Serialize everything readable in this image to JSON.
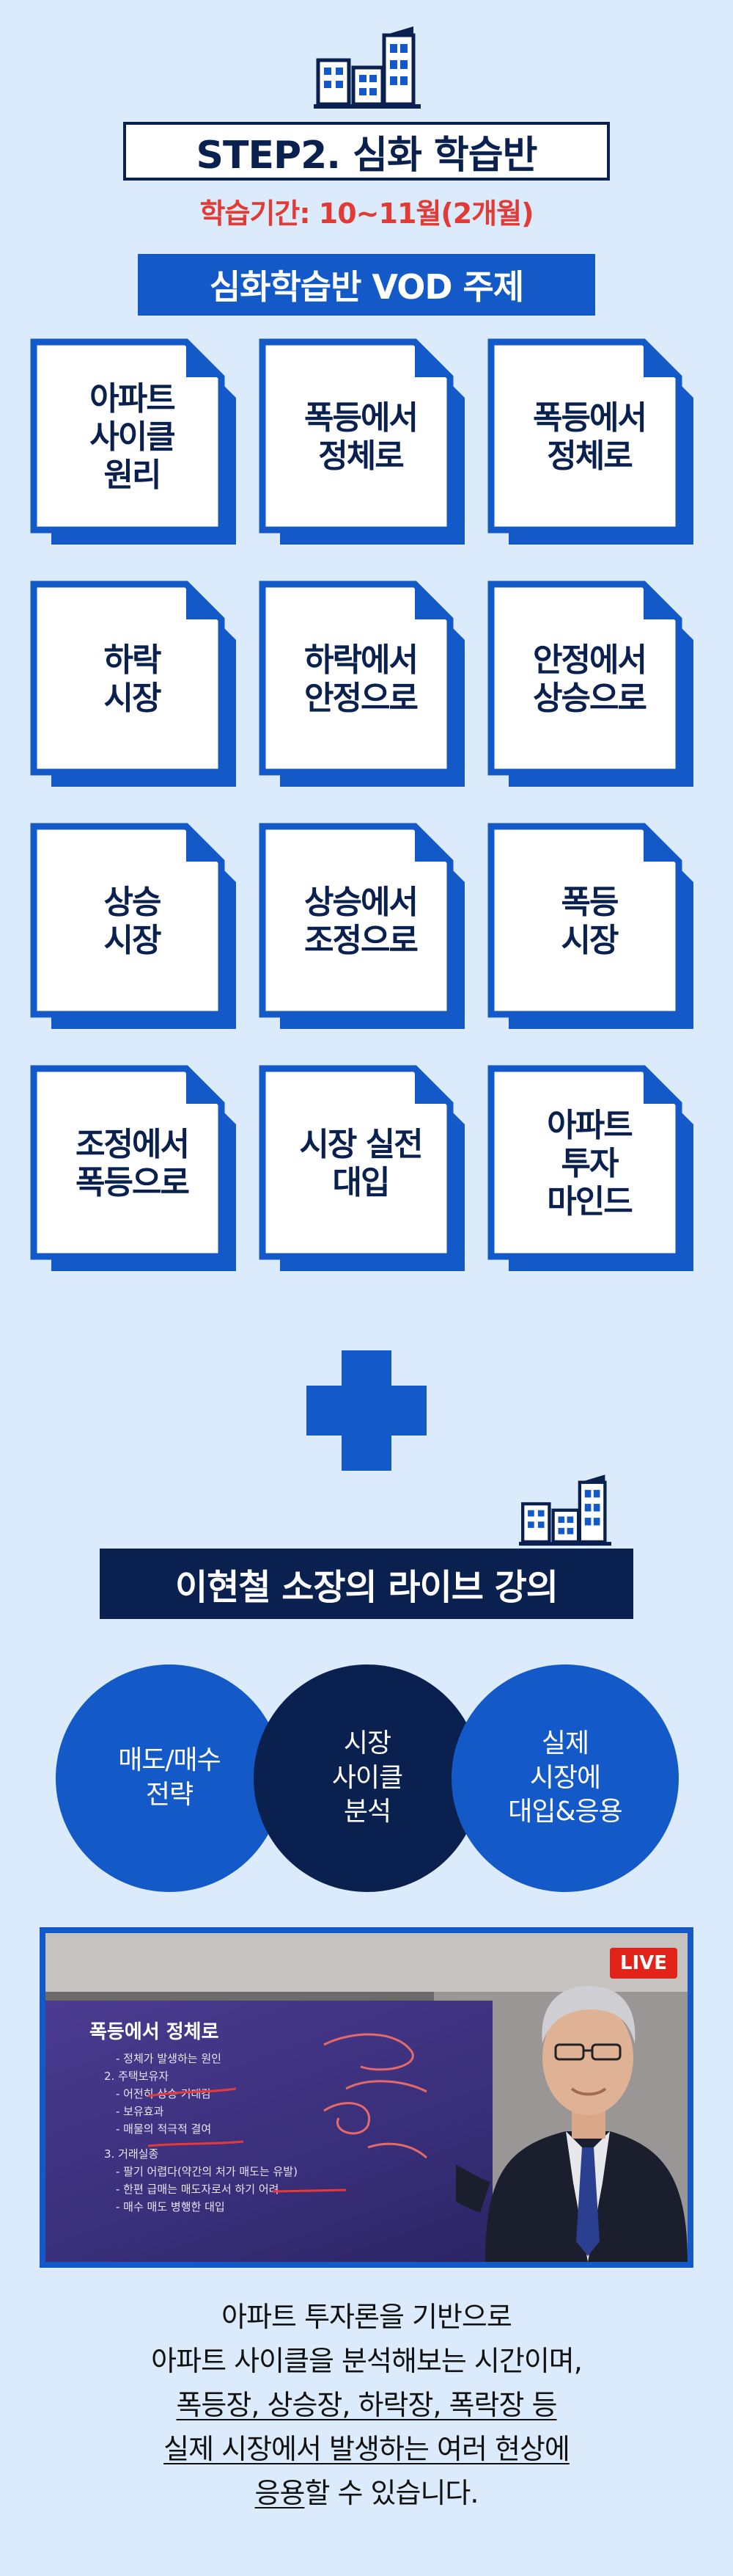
{
  "header": {
    "title": "STEP2. 심화 학습반",
    "period": "학습기간: 10~11월(2개월)",
    "vod_title": "심화학습반 VOD 주제"
  },
  "topics": [
    "아파트\n사이클\n원리",
    "폭등에서\n정체로",
    "폭등에서\n정체로",
    "하락\n시장",
    "하락에서\n안정으로",
    "안정에서\n상승으로",
    "상승\n시장",
    "상승에서\n조정으로",
    "폭등\n시장",
    "조정에서\n폭등으로",
    "시장 실전\n대입",
    "아파트\n투자\n마인드"
  ],
  "live": {
    "title": "이현철 소장의 라이브 강의",
    "circles": [
      "매도/매수\n전략",
      "시장\n사이클\n분석",
      "실제\n시장에\n대입&응용"
    ],
    "badge": "LIVE"
  },
  "slide": {
    "title": "폭등에서 정체로",
    "lines": [
      "- 정체가 발생하는 원인",
      "2. 주택보유자",
      "- 어전히 상승 기대감",
      "- 보유효과",
      "- 매물의 적극적 결여",
      "3. 거래실종",
      "- 팔기 어렵다(약간의 처가 매도는 유발)",
      "- 한편 급매는 매도자로서 하기 어려",
      "- 매수 매도 병행한 대입"
    ]
  },
  "description": {
    "line1": "아파트 투자론을 기반으로",
    "line2": "아파트 사이클을 분석해보는 시간이며,",
    "line3": "폭등장, 상승장, 하락장, 폭락장 등",
    "line4": "실제 시장에서 발생하는 여러 현상에",
    "line5_underlined": "응용",
    "line5_rest": "할 수 있습니다."
  },
  "colors": {
    "background": "#dcebfb",
    "navy": "#0a2150",
    "blue": "#1459c8",
    "red": "#e23a34"
  }
}
